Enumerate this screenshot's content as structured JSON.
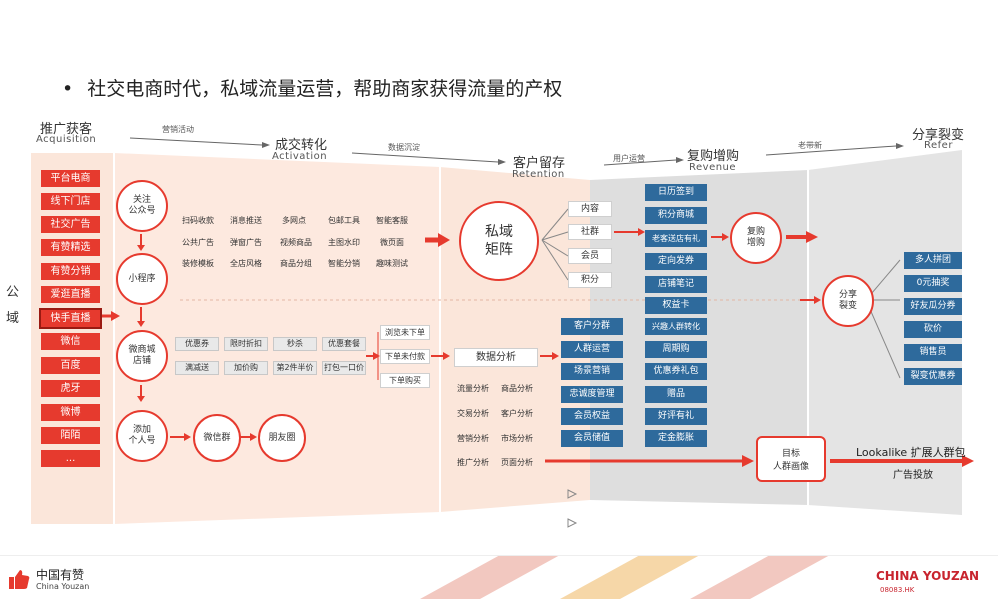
{
  "headline": "社交电商时代，私域流量运营，帮助商家获得流量的产权",
  "headline_bullet": "•",
  "stages": [
    {
      "cn": "推广获客",
      "en": "Acquisition"
    },
    {
      "cn": "成交转化",
      "en": "Activation"
    },
    {
      "cn": "客户留存",
      "en": "Retention"
    },
    {
      "cn": "复购增购",
      "en": "Revenue"
    },
    {
      "cn": "分享裂变",
      "en": "Refer"
    }
  ],
  "stage_arrows": [
    "营销活动",
    "数据沉淀",
    "用户运营",
    "老带新"
  ],
  "public_domain_label": "公\n域",
  "channels": [
    "平台电商",
    "线下门店",
    "社交广告",
    "有赞精选",
    "有赞分销",
    "爱逛直播",
    "快手直播",
    "微信",
    "百度",
    "虎牙",
    "微博",
    "陌陌",
    "..."
  ],
  "activation": {
    "follow_account": "关注\n公众号",
    "mini_program": "小程序",
    "micro_store": "微商城\n店铺",
    "add_personal": "添加\n个人号",
    "wechat_group": "微信群",
    "moments": "朋友圈",
    "tool_rows": [
      [
        "扫码收款",
        "消息推送",
        "多网点",
        "包邮工具",
        "智能客服"
      ],
      [
        "公共广告",
        "弹窗广告",
        "视频商品",
        "主图水印",
        "微页面"
      ],
      [
        "装修模板",
        "全店风格",
        "商品分组",
        "智能分销",
        "趣味测试"
      ]
    ],
    "promo_rows": [
      [
        "优惠券",
        "限时折扣",
        "秒杀",
        "优惠套餐"
      ],
      [
        "满减送",
        "加价购",
        "第2件半价",
        "打包一口价"
      ]
    ],
    "funnel": [
      "浏览未下单",
      "下单未付款",
      "下单购买"
    ]
  },
  "retention": {
    "private_matrix": "私域\n矩阵",
    "assets": [
      "内容",
      "社群",
      "会员",
      "积分"
    ],
    "data_analysis_title": "数据分析",
    "analysis_rows": [
      [
        "流量分析",
        "商品分析"
      ],
      [
        "交易分析",
        "客户分析"
      ],
      [
        "营销分析",
        "市场分析"
      ],
      [
        "推广分析",
        "页面分析"
      ]
    ],
    "ops": [
      "客户分群",
      "人群运营",
      "场景营销",
      "忠诚度管理",
      "会员权益",
      "会员储值"
    ]
  },
  "revenue": {
    "tools": [
      "日历签到",
      "积分商城",
      "老客送店有礼",
      "定向发券",
      "店铺笔记",
      "权益卡",
      "兴趣人群转化",
      "周期购",
      "优惠券礼包",
      "赠品",
      "好评有礼",
      "定金膨胀"
    ],
    "repurchase": "复购\n增购"
  },
  "refer": {
    "share_split": "分享\n裂变",
    "tools": [
      "多人拼团",
      "0元抽奖",
      "好友瓜分券",
      "砍价",
      "销售员",
      "裂变优惠券"
    ]
  },
  "target_persona": "目标\n人群画像",
  "lookalike": "Lookalike 扩展人群包",
  "ad_delivery": "广告投放",
  "footer": {
    "brand_cn": "中国有赞",
    "brand_en": "China Youzan",
    "brand_right": "CHINA YOUZAN",
    "ticker": "08083.HK"
  },
  "colors": {
    "accent": "#e63a2e",
    "blue": "#2e6a9c",
    "peach": "#fbe6da",
    "gray": "#dedede"
  }
}
